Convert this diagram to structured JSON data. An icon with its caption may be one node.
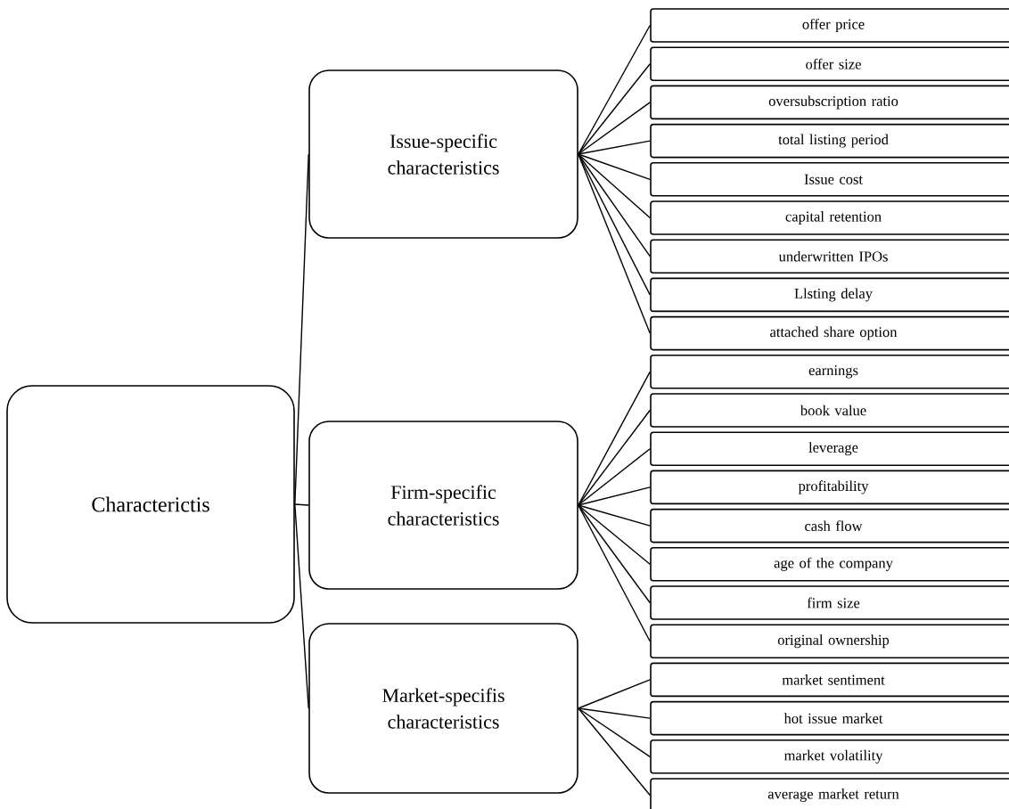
{
  "diagram": {
    "nodes": [
      {
        "text": [
          "Characterictis"
        ]
      },
      {
        "text": [
          "Issue-specific characteristics"
        ]
      },
      {
        "text": [
          "offer price"
        ]
      },
      {
        "text": [
          "offer size"
        ]
      },
      {
        "text": [
          "oversubscription ratio"
        ]
      },
      {
        "text": [
          "total listing period"
        ]
      },
      {
        "text": [
          "Issue cost"
        ]
      },
      {
        "text": [
          "capital retention"
        ]
      },
      {
        "text": [
          "underwritten IPOs"
        ]
      },
      {
        "text": [
          "Llsting delay"
        ]
      },
      {
        "text": [
          "attached share option"
        ]
      },
      {
        "text": [
          "Firm-specific characteristics"
        ]
      },
      {
        "text": [
          "earnings"
        ]
      },
      {
        "text": [
          "book value"
        ]
      },
      {
        "text": [
          "leverage"
        ]
      },
      {
        "text": [
          "profitability"
        ]
      },
      {
        "text": [
          "cash flow"
        ]
      },
      {
        "text": [
          "age of the company"
        ]
      },
      {
        "text": [
          "firm size"
        ]
      },
      {
        "text": [
          "original ownership"
        ]
      },
      {
        "text": [
          "Market-specifis characteristics"
        ]
      },
      {
        "text": [
          "market sentiment"
        ]
      },
      {
        "text": [
          "hot issue market"
        ]
      },
      {
        "text": [
          "market volatility"
        ]
      },
      {
        "text": [
          "average market return"
        ]
      }
    ],
    "edges": [
      {
        "from": 0,
        "to": 1,
        "arrow": "none"
      },
      {
        "from": 0,
        "to": 11,
        "arrow": "none"
      },
      {
        "from": 0,
        "to": 20,
        "arrow": "none"
      },
      {
        "from": 1,
        "to": 2,
        "arrow": "none"
      },
      {
        "from": 1,
        "to": 3,
        "arrow": "none"
      },
      {
        "from": 1,
        "to": 4,
        "arrow": "none"
      },
      {
        "from": 1,
        "to": 5,
        "arrow": "none"
      },
      {
        "from": 1,
        "to": 6,
        "arrow": "none"
      },
      {
        "from": 1,
        "to": 7,
        "arrow": "none"
      },
      {
        "from": 1,
        "to": 8,
        "arrow": "none"
      },
      {
        "from": 1,
        "to": 9,
        "arrow": "none"
      },
      {
        "from": 1,
        "to": 10,
        "arrow": "none"
      },
      {
        "from": 11,
        "to": 12,
        "arrow": "none"
      },
      {
        "from": 11,
        "to": 13,
        "arrow": "none"
      },
      {
        "from": 11,
        "to": 14,
        "arrow": "none"
      },
      {
        "from": 11,
        "to": 15,
        "arrow": "none"
      },
      {
        "from": 11,
        "to": 16,
        "arrow": "none"
      },
      {
        "from": 11,
        "to": 17,
        "arrow": "none"
      },
      {
        "from": 11,
        "to": 18,
        "arrow": "none"
      },
      {
        "from": 11,
        "to": 19,
        "arrow": "none"
      },
      {
        "from": 20,
        "to": 21,
        "arrow": "none"
      },
      {
        "from": 20,
        "to": 22,
        "arrow": "none"
      },
      {
        "from": 20,
        "to": 23,
        "arrow": "none"
      },
      {
        "from": 20,
        "to": 24,
        "arrow": "none"
      }
    ]
  }
}
